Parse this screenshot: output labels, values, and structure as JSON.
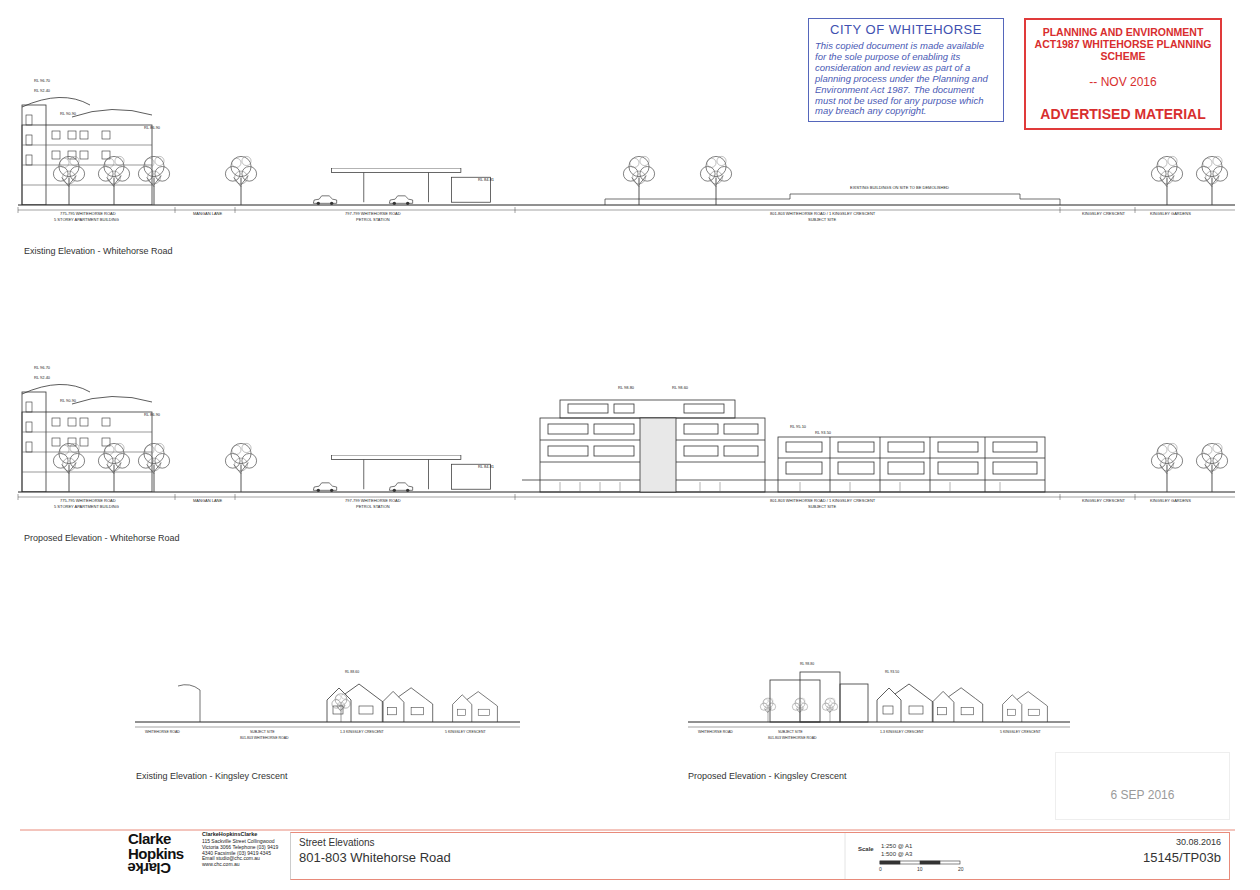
{
  "diagram": {
    "nodes": [
      {
        "text": [
          "CITY OF WHITEHORSE",
          "This copied document is made available for the sole purpose of enabling its consideration and review as part of a planning process under the Planning and Environment Act 1987. The document must not be used for any purpose which may breach any copyright."
        ]
      },
      {
        "text": [
          "PLANNING AND ENVIRONMENT ACT1987 WHITEHORSE PLANNING SCHEME",
          "-- NOV 2016",
          "ADVERTISED MATERIAL"
        ]
      },
      {
        "text": [
          "6 SEP 2016"
        ]
      },
      {
        "text": [
          "Street Elevations",
          "801-803 Whitehorse Road",
          "Scale",
          "1:250 @ A1",
          "1:500 @ A3",
          "0",
          "10",
          "20",
          "30.08.2016",
          "15145/TP03b"
        ]
      }
    ],
    "labels": [
      "Existing Elevation - Whitehorse Road",
      "Proposed Elevation - Whitehorse Road",
      "Existing Elevation - Kingsley Crescent",
      "Proposed Elevation - Kingsley Crescent",
      "775-795 WHITEHORSE ROAD",
      "5 STOREY APARTMENT BUILDING",
      "MANGAN LANE",
      "797-799 WHITEHORSE ROAD",
      "PETROL STATION",
      "801-803 WHITEHORSE ROAD / 1 KINGSLEY CRESCENT",
      "SUBJECT SITE",
      "KINGSLEY CRESCENT",
      "KINGSLEY GARDENS",
      "EXISTING BUILDINGS ON SITE TO BE DEMOLISHED",
      "775-795 WHITEHORSE ROAD",
      "5 STOREY APARTMENT BUILDING",
      "MANGAN LANE",
      "797-799 WHITEHORSE ROAD",
      "PETROL STATION",
      "801-803 WHITEHORSE ROAD / 1 KINGSLEY CRESCENT",
      "SUBJECT SITE",
      "KINGSLEY CRESCENT",
      "KINGSLEY GARDENS",
      "RL 96.70",
      "RL 92.40",
      "RL 90.90",
      "RL 86.90",
      "RL 84.81",
      "RL 96.70",
      "RL 92.40",
      "RL 90.90",
      "RL 86.90",
      "RL 84.81",
      "RL 98.80",
      "RL 98.60",
      "RL 95.10",
      "RL 93.50",
      "WHITEHORSE ROAD",
      "SUBJECT SITE",
      "801-803 WHITEHORSE ROAD",
      "1-3 KINGSLEY CRESCENT",
      "5 KINGSLEY CRESCENT",
      "RL 88.60",
      "WHITEHORSE ROAD",
      "SUBJECT SITE",
      "801-803 WHITEHORSE ROAD",
      "1-3 KINGSLEY CRESCENT",
      "5 KINGSLEY CRESCENT",
      "RL 98.80",
      "RL 93.50",
      "Clarke",
      "Hopkins",
      "Clarke",
      "ClarkeHopkinsClarke",
      "115 Sackville Street Collingwood Victoria 3066 Telephone (03) 9419 4340 Facsimile (03) 9419 4345 Email studio@chc.com.au www.chc.com.au"
    ]
  }
}
